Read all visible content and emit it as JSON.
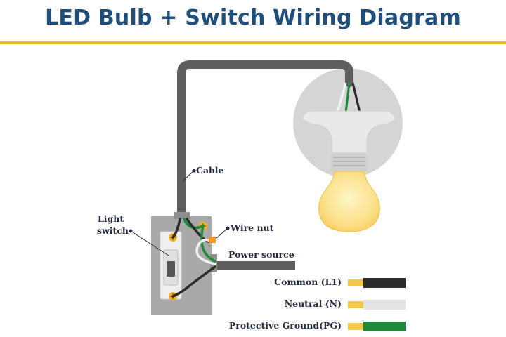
{
  "title": "LED Bulb + Switch Wiring Diagram",
  "labels": {
    "cable": "Cable",
    "light_switch_line1": "Light",
    "light_switch_line2": "switch",
    "wire_nut": "Wire nut",
    "power_source": "Power source"
  },
  "legend": [
    {
      "label": "Common (L1)",
      "color": "#2b2b2b"
    },
    {
      "label": "Neutral (N)",
      "color": "#e3e3e3"
    },
    {
      "label": "Protective Ground(PG)",
      "color": "#1f8a3b"
    }
  ],
  "colors": {
    "title": "#1f4e7a",
    "accent_rule": "#f2b530",
    "cable": "#5e5e5e",
    "box": "#a9a9a9",
    "bulb_glow": "#fbe08a",
    "terminal": "#f2b530",
    "wire_nut": "#f29a1f"
  }
}
